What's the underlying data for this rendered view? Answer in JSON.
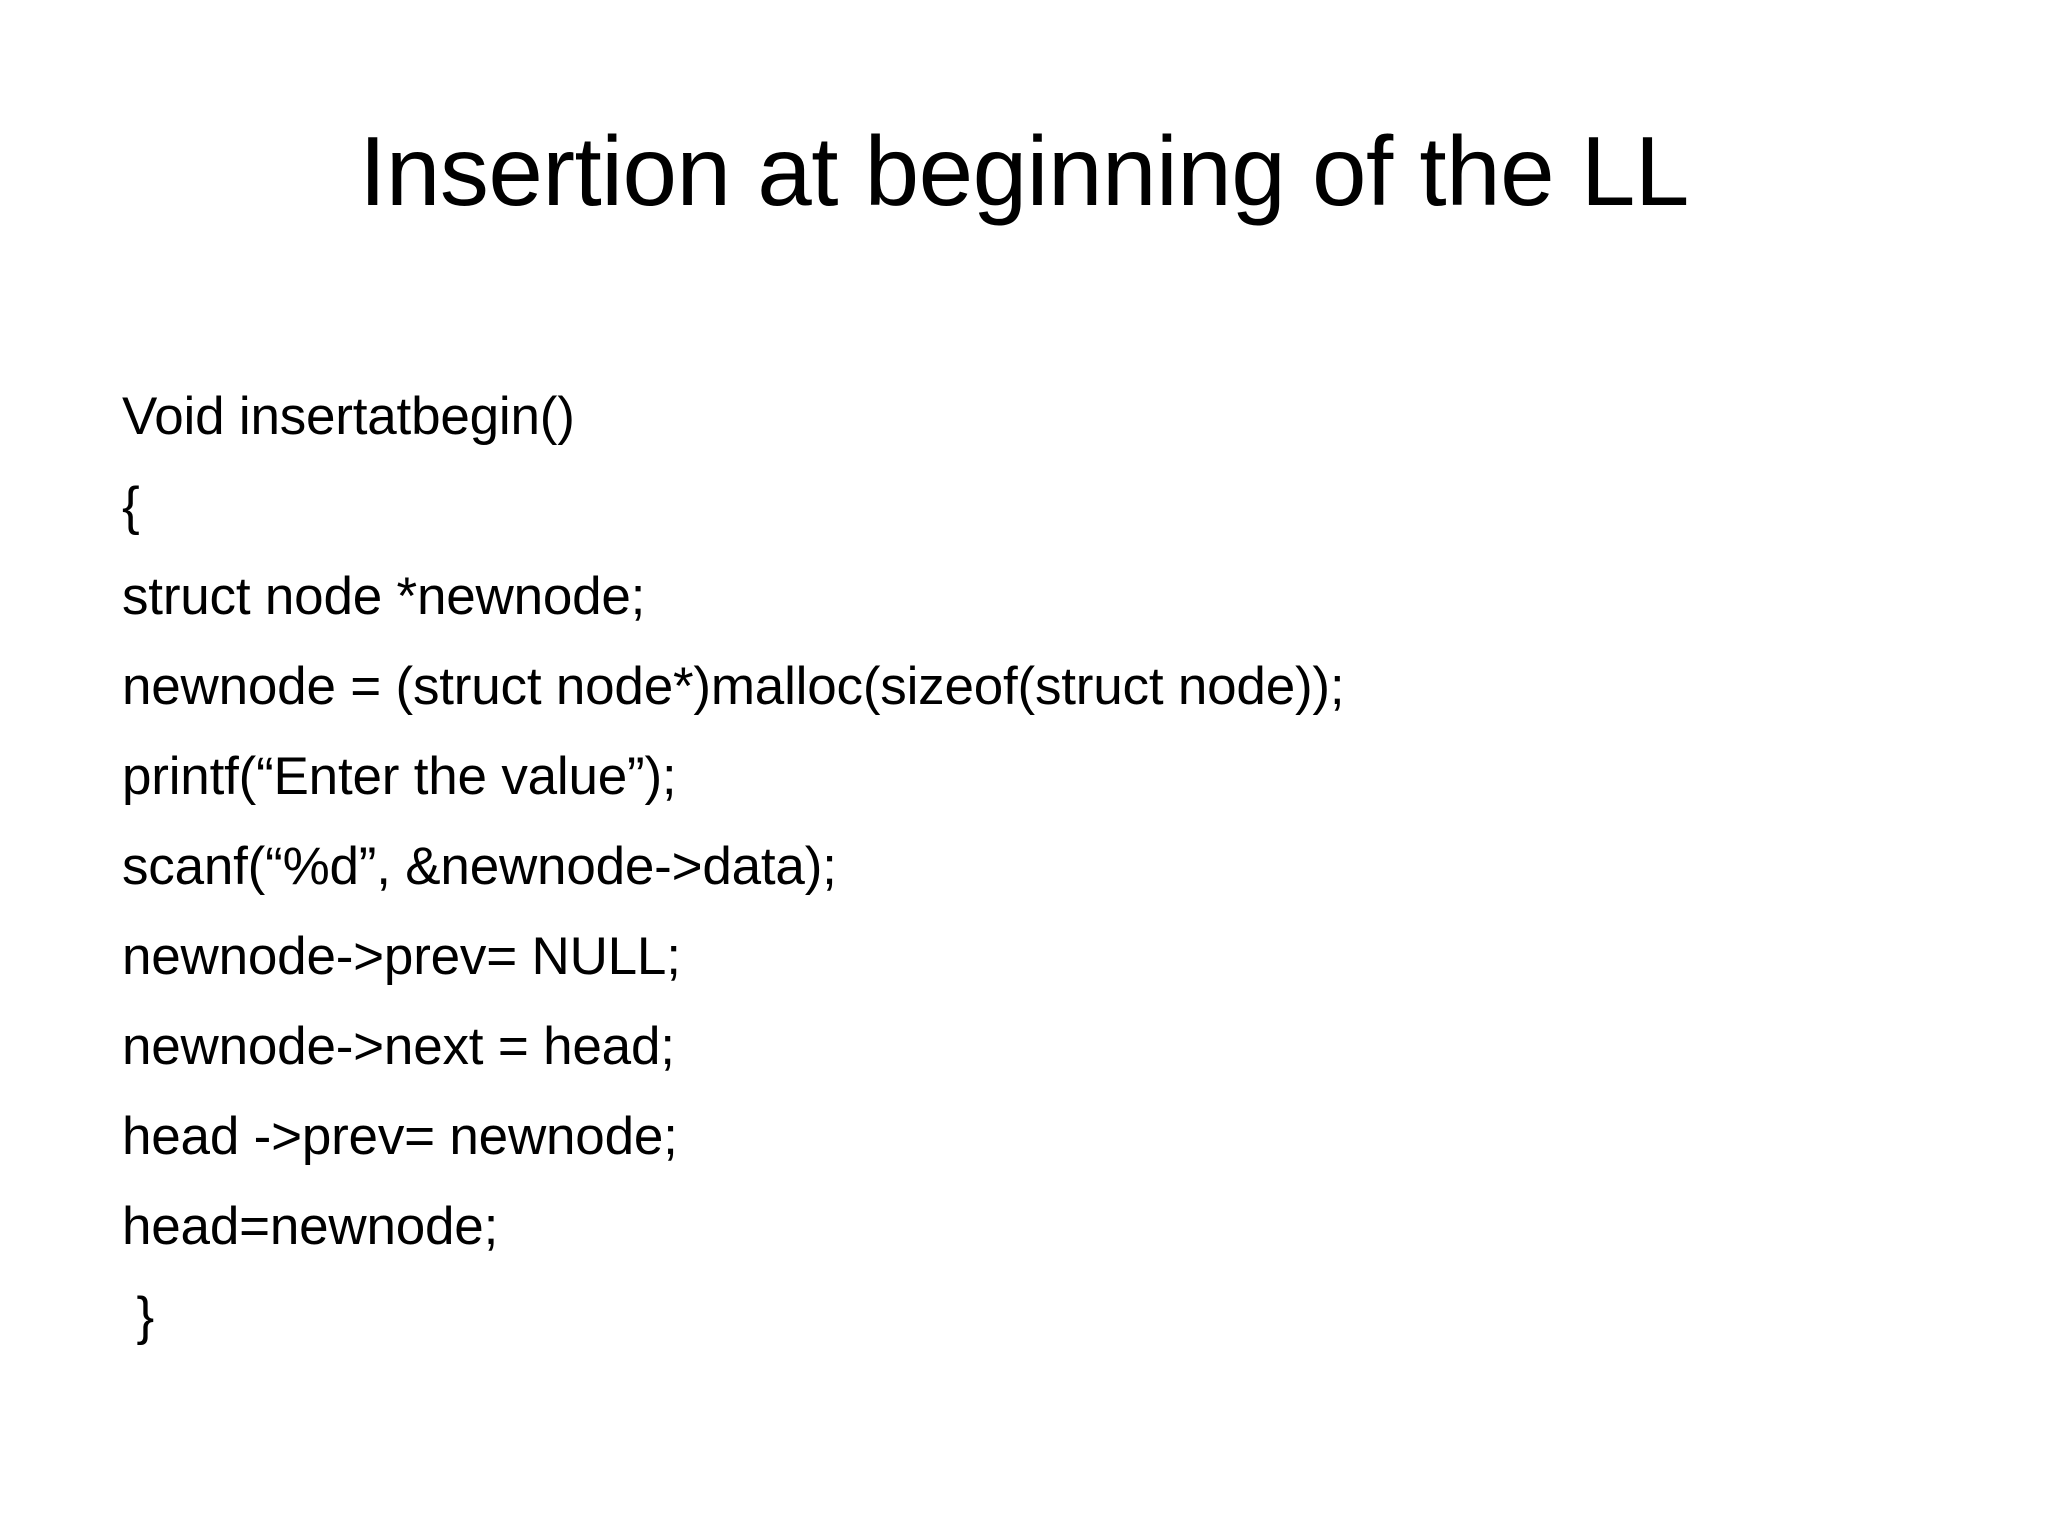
{
  "slide": {
    "title": "Insertion at beginning of the LL",
    "background_color": "#FFFFFF",
    "text_color": "#000000",
    "code_lines": [
      "Void insertatbegin()",
      "{",
      "struct node *newnode;",
      "newnode = (struct node*)malloc(sizeof(struct node));",
      "printf(“Enter the value”);",
      "scanf(“%d”, &newnode->data);",
      "newnode->prev= NULL;",
      "newnode->next = head;",
      "head ->prev= newnode;",
      "head=newnode;",
      " }"
    ]
  }
}
